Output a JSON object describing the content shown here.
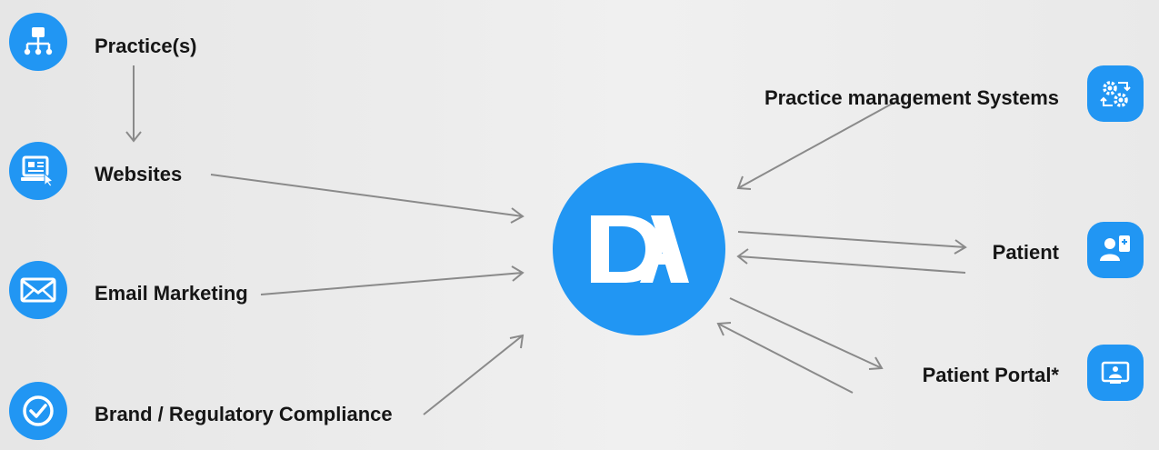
{
  "nodes": {
    "practices": {
      "label": "Practice(s)",
      "icon": "hierarchy-icon"
    },
    "websites": {
      "label": "Websites",
      "icon": "website-cursor-icon"
    },
    "email": {
      "label": "Email Marketing",
      "icon": "envelope-icon"
    },
    "compliance": {
      "label": "Brand / Regulatory Compliance",
      "icon": "check-circle-icon"
    },
    "pms": {
      "label": "Practice management Systems",
      "icon": "gears-sync-icon"
    },
    "patient": {
      "label": "Patient",
      "icon": "patient-id-icon"
    },
    "portal": {
      "label": "Patient Portal*",
      "icon": "portal-screen-icon"
    }
  },
  "hub": {
    "logo": "DA"
  },
  "colors": {
    "accent": "#2196f3",
    "arrow": "#8a8a8a",
    "text": "#161616"
  }
}
